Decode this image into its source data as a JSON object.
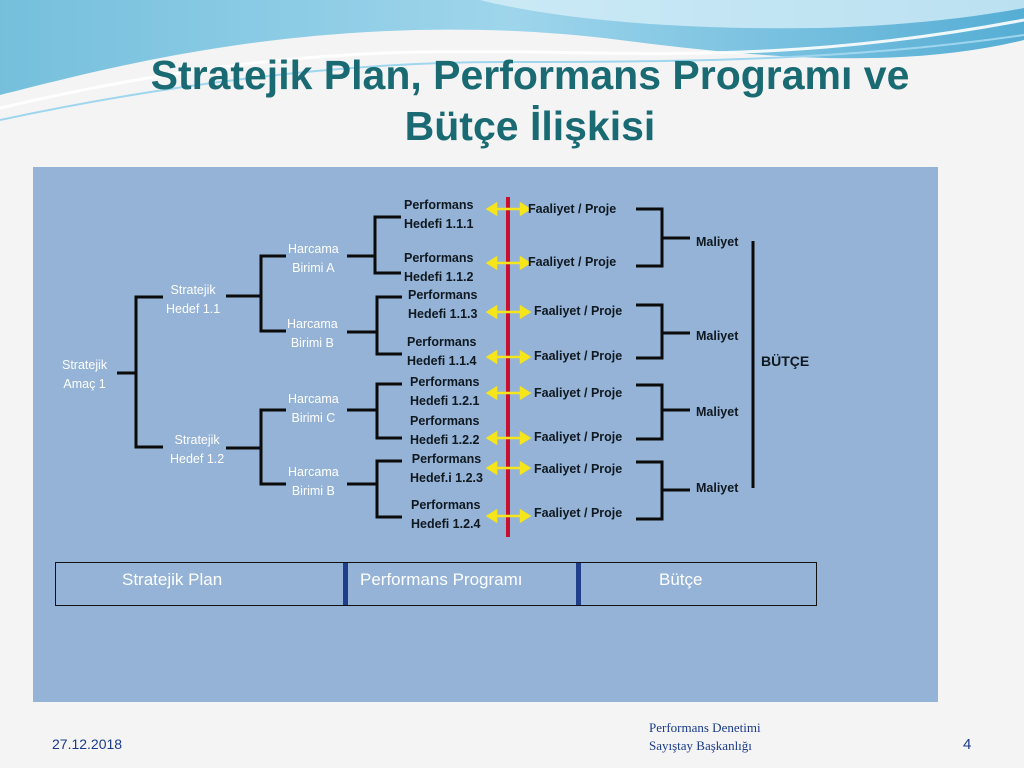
{
  "slide": {
    "title_line1": "Stratejik Plan, Performans Programı ve",
    "title_line2": "Bütçe İlişkisi"
  },
  "diagram": {
    "amac": {
      "line1": "Stratejik",
      "line2": "Amaç 1"
    },
    "hedefler": [
      {
        "line1": "Stratejik",
        "line2": "Hedef 1.1"
      },
      {
        "line1": "Stratejik",
        "line2": "Hedef 1.2"
      }
    ],
    "birimler": [
      {
        "line1": "Harcama",
        "line2": "Birimi A"
      },
      {
        "line1": "Harcama",
        "line2": "Birimi B"
      },
      {
        "line1": "Harcama",
        "line2": "Birimi  C"
      },
      {
        "line1": "Harcama",
        "line2": "Birimi B"
      }
    ],
    "perf_hedefler": [
      {
        "line1": "Performans",
        "line2": "Hedefi 1.1.1"
      },
      {
        "line1": "Performans",
        "line2": "Hedefi 1.1.2"
      },
      {
        "line1": "Performans",
        "line2": "Hedefi 1.1.3"
      },
      {
        "line1": "Performans",
        "line2": "Hedefi 1.1.4"
      },
      {
        "line1": "Performans",
        "line2": "Hedefi 1.2.1"
      },
      {
        "line1": "Performans",
        "line2": "Hedefi 1.2.2"
      },
      {
        "line1": "Performans",
        "line2": "Hedef.i 1.2.3"
      },
      {
        "line1": "Performans",
        "line2": "Hedefi 1.2.4"
      }
    ],
    "faaliyetler": [
      "Faaliyet / Proje",
      "Faaliyet / Proje",
      "Faaliyet / Proje",
      "Faaliyet / Proje",
      "Faaliyet / Proje",
      "Faaliyet / Proje",
      "Faaliyet / Proje",
      "Faaliyet / Proje"
    ],
    "maliyetler": [
      "Maliyet",
      "Maliyet",
      "Maliyet",
      "Maliyet"
    ],
    "butce": "BÜTÇE",
    "colors": {
      "arrow": "#f5e51a",
      "divider": "#c8102e",
      "panel": "#94b3d6",
      "title": "#1a6a73"
    }
  },
  "bottom_bar": {
    "stratejik_plan": "Stratejik Plan",
    "performans_programi": "Performans Programı",
    "butce": "Bütçe"
  },
  "footer": {
    "date": "27.12.2018",
    "org_line1": "Performans Denetimi",
    "org_line2": "Sayıştay Başkanlığı",
    "page": "4"
  }
}
